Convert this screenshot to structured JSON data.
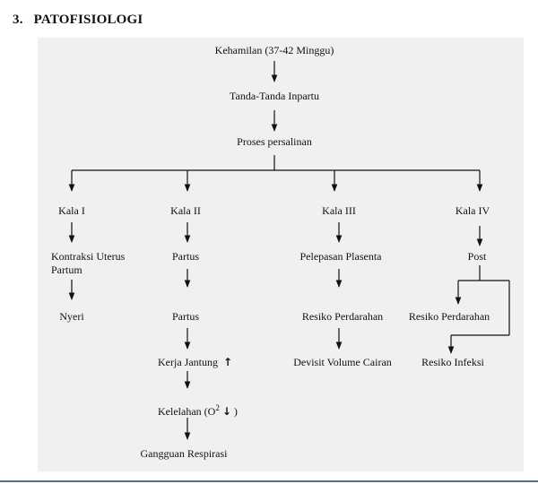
{
  "heading": {
    "number": "3.",
    "title": "PATOFISIOLOGI"
  },
  "nodes": {
    "kehamilan": "Kehamilan (37-42 Minggu)",
    "tanda": "Tanda-Tanda Inpartu",
    "proses": "Proses persalinan",
    "kala1": "Kala I",
    "kala2": "Kala II",
    "kala3": "Kala III",
    "kala4": "Kala IV",
    "kontraksi_l1": "Kontraksi Uterus",
    "kontraksi_l2": "Partum",
    "nyeri": "Nyeri",
    "partus1": "Partus",
    "partus2": "Partus",
    "kerja_jantung": "Kerja Jantung",
    "kelelahan_a": "Kelelahan (O",
    "kelelahan_sup": "2",
    "kelelahan_b": ")",
    "gangguan": "Gangguan Respirasi",
    "pelepasan": "Pelepasan Plasenta",
    "resiko_perdarahan_3": "Resiko Perdarahan",
    "devisit": "Devisit Volume Cairan",
    "post": "Post",
    "resiko_perdarahan_4": "Resiko Perdarahan",
    "resiko_infeksi": "Resiko Infeksi"
  },
  "symbols": {
    "up_arrow": "↑",
    "down_arrow": "↓"
  }
}
